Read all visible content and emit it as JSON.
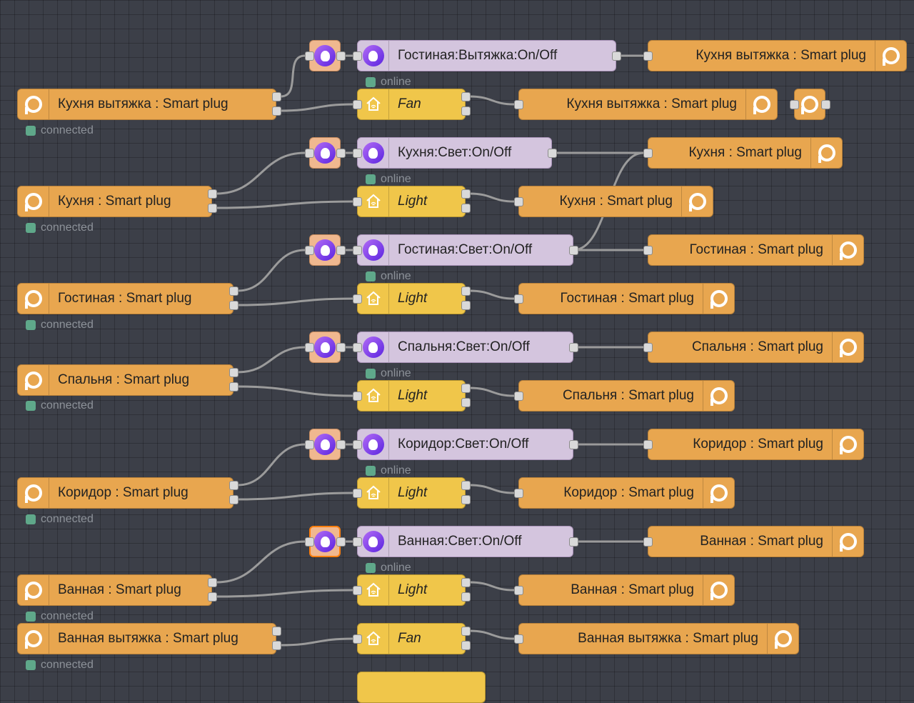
{
  "left_nodes": [
    {
      "label": "Кухня вытяжка : Smart plug",
      "status": "connected"
    },
    {
      "label": "Кухня : Smart plug",
      "status": "connected"
    },
    {
      "label": "Гостиная : Smart plug",
      "status": "connected"
    },
    {
      "label": "Спальня : Smart plug",
      "status": "connected"
    },
    {
      "label": "Коридор : Smart plug",
      "status": "connected"
    },
    {
      "label": "Ванная : Smart plug",
      "status": "connected"
    },
    {
      "label": "Ванная вытяжка : Smart plug",
      "status": "connected"
    }
  ],
  "alice_nodes": [
    {
      "label": "Гостиная:Вытяжка:On/Off",
      "status": "online"
    },
    {
      "label": "Кухня:Свет:On/Off",
      "status": "online"
    },
    {
      "label": "Гостиная:Свет:On/Off",
      "status": "online"
    },
    {
      "label": "Спальня:Свет:On/Off",
      "status": "online"
    },
    {
      "label": "Коридор:Свет:On/Off",
      "status": "online"
    },
    {
      "label": "Ванная:Свет:On/Off",
      "status": "online"
    }
  ],
  "homekit_nodes": [
    {
      "label": "Fan"
    },
    {
      "label": "Light"
    },
    {
      "label": "Light"
    },
    {
      "label": "Light"
    },
    {
      "label": "Light"
    },
    {
      "label": "Light"
    },
    {
      "label": "Fan"
    }
  ],
  "out_top": [
    {
      "label": "Кухня вытяжка : Smart plug"
    },
    {
      "label": "Кухня : Smart plug"
    },
    {
      "label": "Гостиная : Smart plug"
    },
    {
      "label": "Спальня : Smart plug"
    },
    {
      "label": "Коридор : Smart plug"
    },
    {
      "label": "Ванная : Smart plug"
    }
  ],
  "out_mid": [
    {
      "label": "Кухня вытяжка : Smart plug"
    },
    {
      "label": "Кухня : Smart plug"
    },
    {
      "label": "Гостиная : Smart plug"
    },
    {
      "label": "Спальня : Smart plug"
    },
    {
      "label": "Коридор : Smart plug"
    },
    {
      "label": "Ванная : Smart plug"
    },
    {
      "label": "Ванная вытяжка : Smart plug"
    }
  ],
  "colors": {
    "plug_node": "#e8a64f",
    "homekit_node": "#f0c64a",
    "alice_node": "#d4c5de",
    "wire": "#9b9b9b",
    "status_dot": "#5fa88a",
    "canvas": "#3c3f48"
  }
}
